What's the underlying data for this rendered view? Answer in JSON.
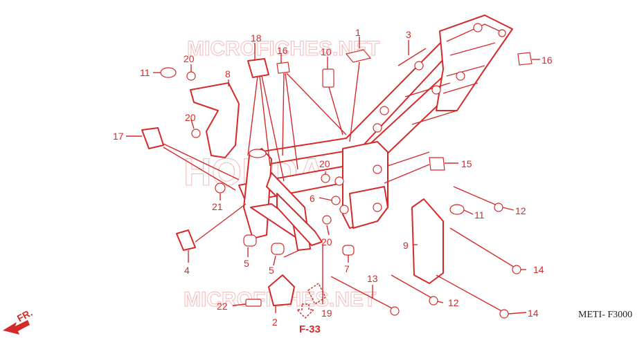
{
  "watermarks": [
    "MICROFICHES.NET",
    "HONDA",
    "MICROFICHES.NET"
  ],
  "code": "METI- F3000",
  "ref_page": "F-33",
  "front_label": "FR.",
  "parts": {
    "p1": "1",
    "p2": "2",
    "p3": "3",
    "p4": "4",
    "p5a": "5",
    "p5b": "5",
    "p6": "6",
    "p7": "7",
    "p8": "8",
    "p9": "9",
    "p10": "10",
    "p11a": "11",
    "p11b": "11",
    "p12a": "12",
    "p12b": "12",
    "p13": "13",
    "p14a": "14",
    "p14b": "14",
    "p15": "15",
    "p16a": "16",
    "p16b": "16",
    "p17": "17",
    "p18": "18",
    "p19": "19",
    "p20a": "20",
    "p20b": "20",
    "p20c": "20",
    "p20d": "20",
    "p21": "21",
    "p22": "22"
  },
  "colors": {
    "line": "#d42a2a",
    "watermark": "#f3b9b9"
  }
}
